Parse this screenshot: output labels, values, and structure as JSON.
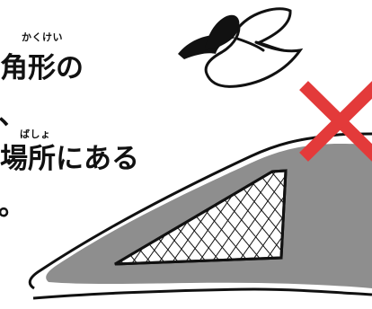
{
  "text": {
    "ruby_1": "かくけい",
    "line_1": "角形の",
    "line_2": "、",
    "ruby_2": "ばしょ",
    "line_3": "場所にある",
    "line_4": "。"
  },
  "icons": {
    "bird": "bird-illustration",
    "cross": "red-x-icon",
    "shape": "triangular-mesh-illustration"
  },
  "colors": {
    "cross": "#e33a3a",
    "gray_fill": "#8e8e8e",
    "ink": "#111111"
  }
}
